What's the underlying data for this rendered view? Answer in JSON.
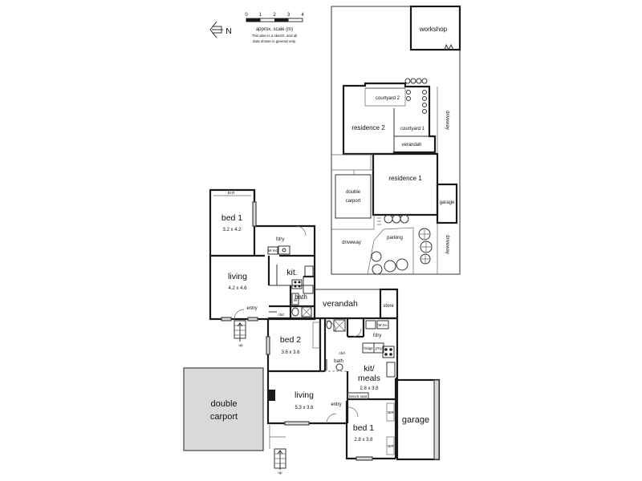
{
  "legend": {
    "scale_ticks": [
      "0",
      "1",
      "2",
      "3",
      "4"
    ],
    "scale_caption": "approx. scale (m)",
    "disclaimer_line1": "This plan is a sketch, and all",
    "disclaimer_line2": "data shown is general only.",
    "north_label": "N"
  },
  "site_plan": {
    "workshop": "workshop",
    "courtyard_2": "courtyard 2",
    "residence_2": "residence 2",
    "courtyard_1": "courtyard 1",
    "verandah": "verandah",
    "driveway_right": "driveway",
    "residence_1": "residence 1",
    "double_carport_1": "double",
    "double_carport_2": "carport",
    "garage": "garage",
    "parking": "parking",
    "driveway_left": "driveway",
    "driveway_bottom": "driveway"
  },
  "residence_1_plan": {
    "bed1_name": "bed 1",
    "bed1_size": "3.2 x 4.2",
    "bir": "BI.R",
    "ldry": "l'dry",
    "wm": "W mc",
    "kit": "kit.",
    "living_name": "living",
    "living_size": "4.2 x 4.6",
    "entry": "entry",
    "bath": "bath",
    "lin": "lin",
    "cbd": "cbd",
    "up": "up"
  },
  "residence_2_plan": {
    "verandah": "verandah",
    "store": "store",
    "bed2_name": "bed 2",
    "bed2_size": "3.6 x 3.6",
    "bath": "bath",
    "cbd": "cbd",
    "ldry": "l'dry",
    "wm": "W mc",
    "fridge": "fridge",
    "pantry": "p'try",
    "kit_meals_1": "kit/",
    "kit_meals_2": "meals",
    "kit_meals_size": "2.8 x 3.8",
    "bench_seat": "bench seat",
    "living_name": "living",
    "living_size": "5.3 x 3.6",
    "entry": "entry",
    "bed1_name": "bed 1",
    "bed1_size": "2.8 x 3.8",
    "bir": "BIR",
    "garage": "garage",
    "up": "up",
    "double_carport_1": "double",
    "double_carport_2": "carport"
  }
}
